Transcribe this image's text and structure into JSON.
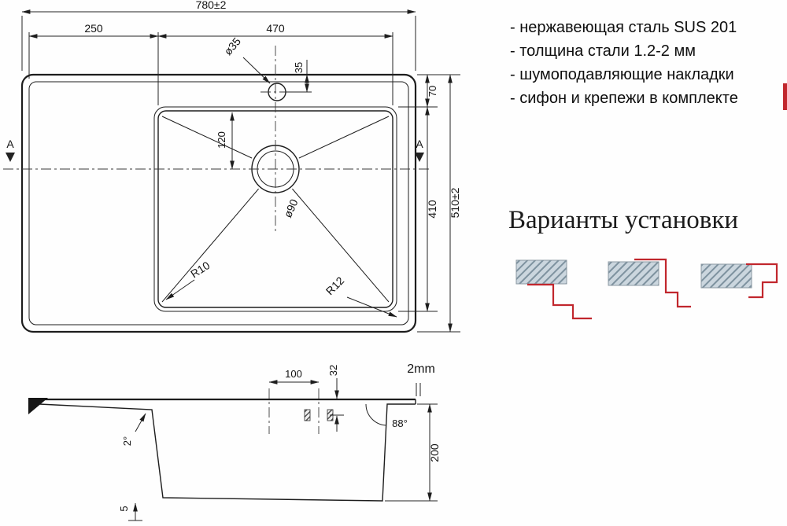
{
  "colors": {
    "accent_red": "#c1272d",
    "line": "#1d1d1d",
    "countertop_hatch_fill": "#cbd6de"
  },
  "top_view": {
    "section_label": "A",
    "dims": {
      "total_width": "780±2",
      "left_width": "250",
      "bowl_width": "470",
      "faucet_hole_dia": "ø35",
      "faucet_offset": "35",
      "top_offset": "70",
      "drain_offset": "120",
      "drain_dia": "ø90",
      "bowl_length": "410",
      "total_depth": "510±2",
      "inner_radius": "R10",
      "outer_radius": "R12"
    }
  },
  "side_view": {
    "dims": {
      "hole_offset": "100",
      "ledge_height": "32",
      "steel_thickness": "2mm",
      "wall_angle": "88°",
      "bowl_depth": "200",
      "board_slope": "2°",
      "bottom_radius": "5"
    }
  },
  "features": {
    "items": [
      "- нержавеющая сталь SUS 201",
      "- толщина стали 1.2-2 мм",
      "- шумоподавляющие накладки",
      "- сифон и крепежи в комплекте"
    ]
  },
  "installation": {
    "title": "Варианты установки"
  }
}
